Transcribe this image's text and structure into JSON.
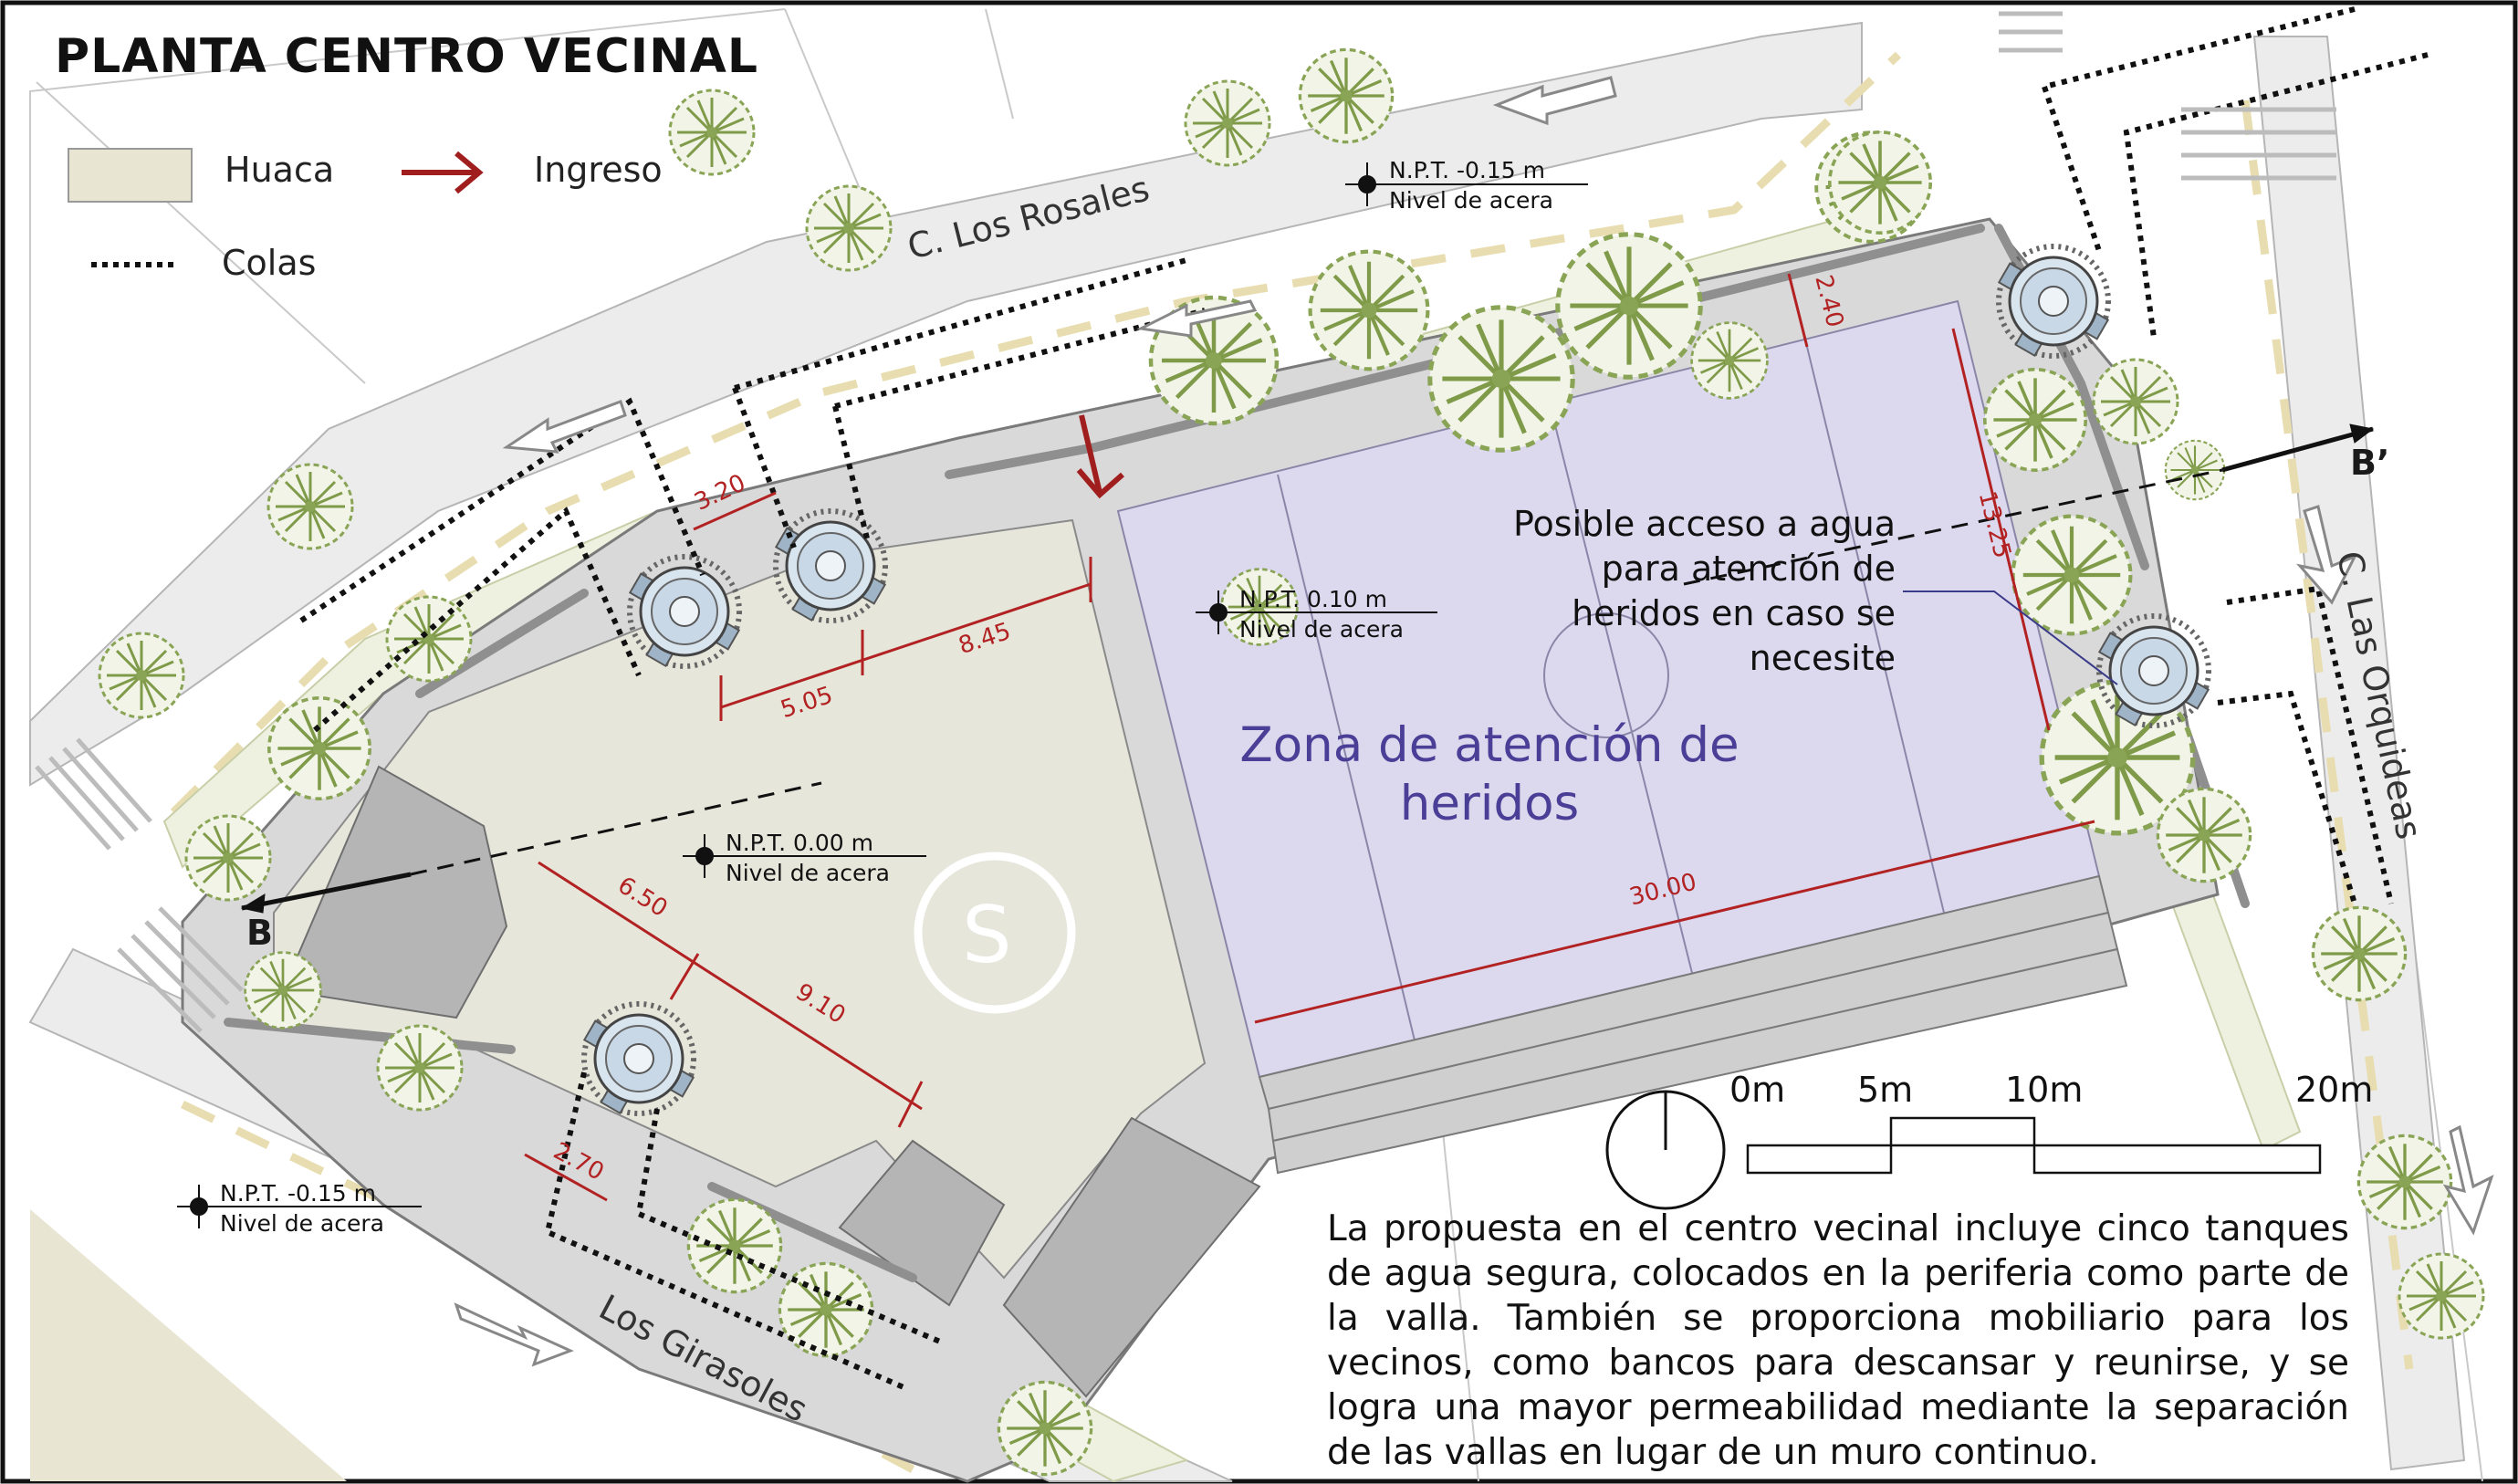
{
  "title": "PLANTA  CENTRO VECINAL",
  "legend": {
    "huaca": "Huaca",
    "ingreso": "Ingreso",
    "colas": "Colas"
  },
  "streets": {
    "north": "C. Los Rosales",
    "east": "C. Las Orquideas",
    "south": "Los Girasoles"
  },
  "levels": {
    "top": {
      "npt": "N.P.T. -0.15 m",
      "label": "Nivel de acera"
    },
    "court": {
      "npt": "N.P.T. 0.10 m",
      "label": "Nivel de acera"
    },
    "plaza": {
      "npt": "N.P.T. 0.00 m",
      "label": "Nivel de acera"
    },
    "bottom": {
      "npt": "N.P.T. -0.15 m",
      "label": "Nivel de acera"
    }
  },
  "dimensions": {
    "d320": "3.20",
    "d505": "5.05",
    "d845": "8.45",
    "d240": "2.40",
    "d1325": "13.25",
    "d3000": "30.00",
    "d650": "6.50",
    "d910": "9.10",
    "d270": "2.70"
  },
  "section": {
    "b": "B",
    "b_prime": "B’"
  },
  "helipad_letter": "S",
  "zone_label": "Zona de atención de heridos",
  "callout": "Posible acceso a agua para atención de heridos en caso se necesite",
  "scale": {
    "s0": "0m",
    "s5": "5m",
    "s10": "10m",
    "s20": "20m"
  },
  "note": "La propuesta en el centro vecinal incluye cinco tanques de agua segura, colocados en la periferia como parte de la valla. También se proporciona mobiliario para los vecinos, como bancos para descansar y reunirse, y se logra una mayor permeabilidad mediante la separación de las vallas en lugar de un muro continuo.",
  "colors": {
    "huaca": "#e9e5d3",
    "plaza": "#e6e6db",
    "court": "#dcd9ee",
    "dimension": "#b22222",
    "zone_text": "#4a3e96",
    "tree": "#8aa456",
    "wall": "#9a9a9a"
  }
}
